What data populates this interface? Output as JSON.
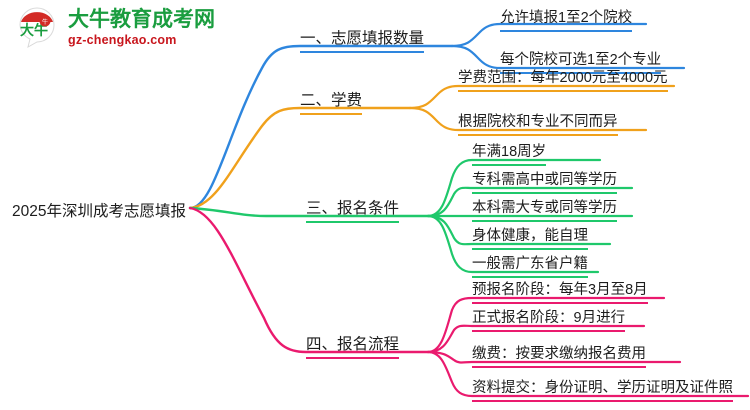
{
  "logo": {
    "mark_text": "大牛",
    "title": "大牛教育成考网",
    "subtitle": "gz-chengkao.com",
    "title_color": "#1a9d3f",
    "subtitle_color": "#c8161d",
    "mark_red": "#d32b26",
    "mark_green": "#1a9d3f"
  },
  "mindmap": {
    "root": "2025年深圳成考志愿填报",
    "branches": [
      {
        "label": "一、志愿填报数量",
        "color": "#2e86de",
        "children": [
          "允许填报1至2个院校",
          "每个院校可选1至2个专业"
        ]
      },
      {
        "label": "二、学费",
        "color": "#f0a11c",
        "children": [
          "学费范围：每年2000元至4000元",
          "根据院校和专业不同而异"
        ]
      },
      {
        "label": "三、报名条件",
        "color": "#1fc86b",
        "children": [
          "年满18周岁",
          "专科需高中或同等学历",
          "本科需大专或同等学历",
          "身体健康，能自理",
          "一般需广东省户籍"
        ]
      },
      {
        "label": "四、报名流程",
        "color": "#ea1a6e",
        "children": [
          "预报名阶段：每年3月至8月",
          "正式报名阶段：9月进行",
          "缴费：按要求缴纳报名费用",
          "资料提交：身份证明、学历证明及证件照"
        ]
      }
    ]
  }
}
